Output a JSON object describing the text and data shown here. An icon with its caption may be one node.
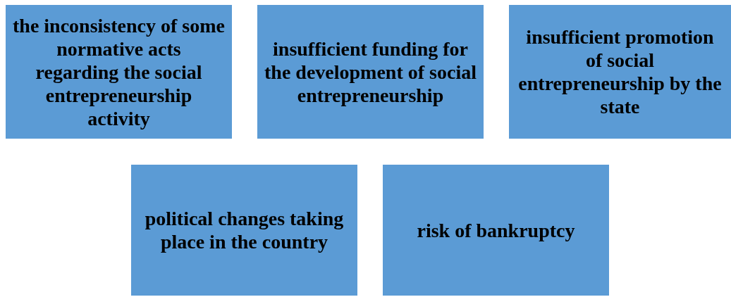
{
  "diagram": {
    "nodes": [
      {
        "text": [
          "the inconsistency of some normative acts regarding the social entrepreneurship activity"
        ]
      },
      {
        "text": [
          "insufficient funding for the development of social entrepreneurship"
        ]
      },
      {
        "text": [
          "insufficient promotion of social entrepreneurship by the state"
        ]
      },
      {
        "text": [
          "political changes taking place in the country"
        ]
      },
      {
        "text": [
          "risk of bankruptcy"
        ]
      }
    ]
  }
}
